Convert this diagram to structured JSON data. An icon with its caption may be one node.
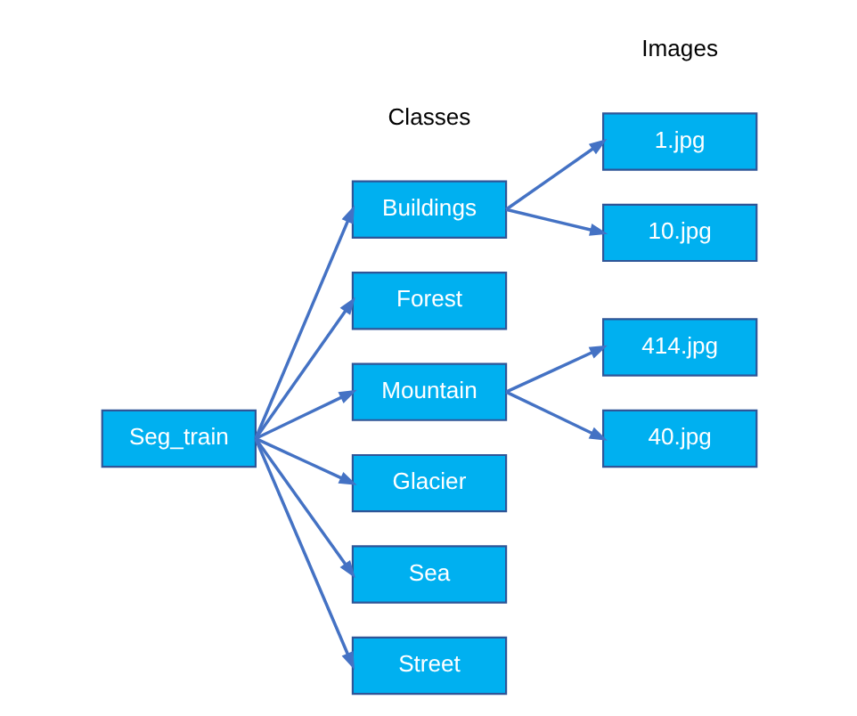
{
  "diagram": {
    "nodes": [
      {
        "text": [
          "Seg_train"
        ]
      },
      {
        "text": [
          "Buildings"
        ]
      },
      {
        "text": [
          "Forest"
        ]
      },
      {
        "text": [
          "Mountain"
        ]
      },
      {
        "text": [
          "Glacier"
        ]
      },
      {
        "text": [
          "Sea"
        ]
      },
      {
        "text": [
          "Street"
        ]
      },
      {
        "text": [
          "1.jpg"
        ]
      },
      {
        "text": [
          "10.jpg"
        ]
      },
      {
        "text": [
          "414.jpg"
        ]
      },
      {
        "text": [
          "40.jpg"
        ]
      }
    ],
    "edges": [
      {
        "from": 0,
        "to": 1,
        "arrow": "to"
      },
      {
        "from": 0,
        "to": 2,
        "arrow": "to"
      },
      {
        "from": 0,
        "to": 3,
        "arrow": "to"
      },
      {
        "from": 0,
        "to": 4,
        "arrow": "to"
      },
      {
        "from": 0,
        "to": 5,
        "arrow": "to"
      },
      {
        "from": 0,
        "to": 6,
        "arrow": "to"
      },
      {
        "from": 1,
        "to": 7,
        "arrow": "to"
      },
      {
        "from": 1,
        "to": 8,
        "arrow": "to"
      },
      {
        "from": 3,
        "to": 9,
        "arrow": "to"
      },
      {
        "from": 3,
        "to": 10,
        "arrow": "to"
      }
    ],
    "labels": [
      "Classes",
      "Images"
    ]
  }
}
